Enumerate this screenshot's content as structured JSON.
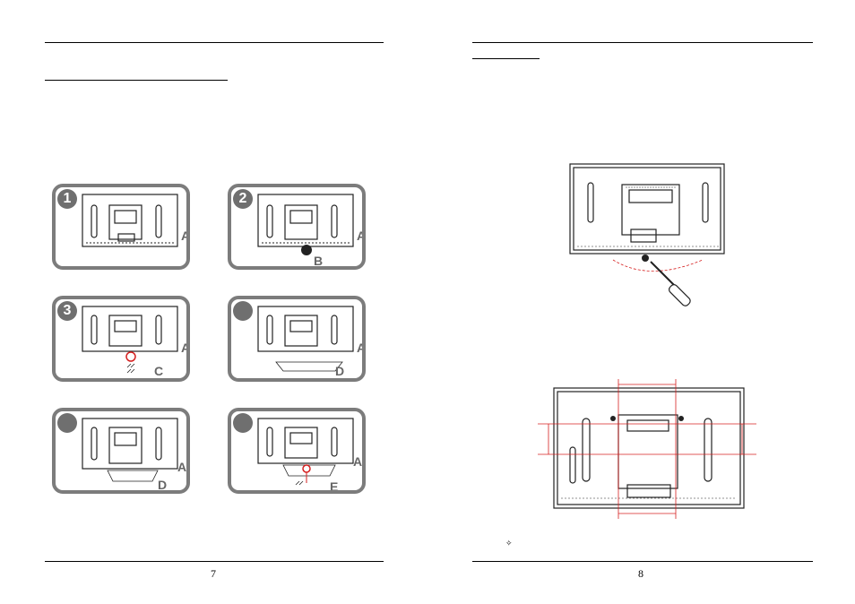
{
  "left_page": {
    "page_number": "7",
    "steps": [
      {
        "badge": "1",
        "labels": [
          "A"
        ]
      },
      {
        "badge": "2",
        "labels": [
          "A",
          "B"
        ]
      },
      {
        "badge": "3",
        "labels": [
          "A",
          "C"
        ]
      },
      {
        "badge": "",
        "labels": [
          "A",
          "D"
        ]
      },
      {
        "badge": "",
        "labels": [
          "A",
          "D"
        ]
      },
      {
        "badge": "",
        "labels": [
          "A",
          "E"
        ]
      }
    ]
  },
  "right_page": {
    "page_number": "8",
    "bullet_icon": "diamond-bullet-icon",
    "bullet_glyph": "✧"
  },
  "colors": {
    "frame_border": "#7c7c7c",
    "badge_fill": "#6f6f6f",
    "label_text": "#666666",
    "dimension_line": "#d62020"
  }
}
